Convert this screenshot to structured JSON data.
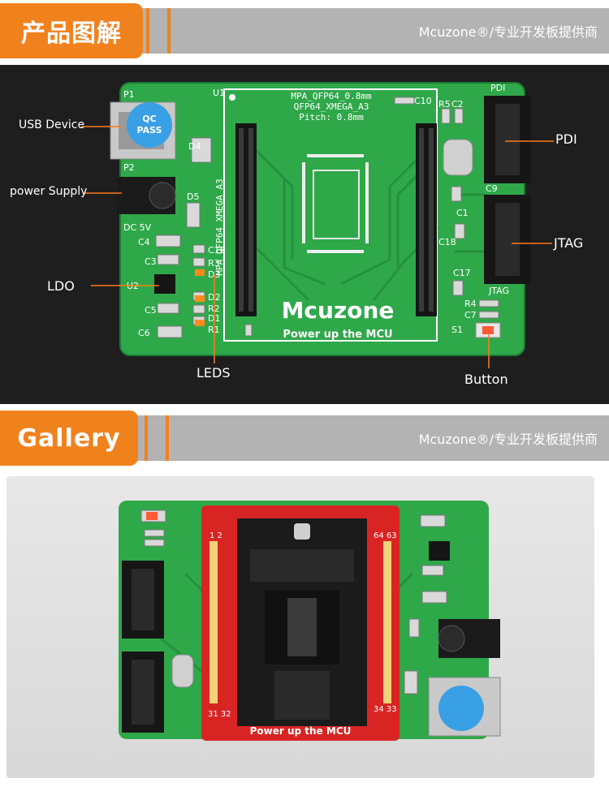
{
  "sections": {
    "product": {
      "title": "产品图解",
      "brand": "Mcuzone®/专业开发板提供商"
    },
    "gallery": {
      "title": "Gallery",
      "brand": "Mcuzone®/专业开发板提供商"
    }
  },
  "board": {
    "silk_title_lines": [
      "MPA_QFP64_0.8mm",
      "QFP64_XMEGA_A3",
      "Pitch: 0.8mm"
    ],
    "side_text": "MPA_QFP64_XMEGA_A3",
    "logo": "Mcuzone",
    "slogan": "Power up the MCU",
    "qc_sticker": [
      "QC",
      "PASS"
    ],
    "refs": [
      "P1",
      "P2",
      "U1",
      "D4",
      "D5",
      "DC 5V",
      "C4",
      "C3",
      "C16",
      "R3",
      "D3",
      "U2",
      "C5",
      "C6",
      "D2",
      "R2",
      "D1",
      "R1",
      "C10",
      "R5",
      "C2",
      "PDI",
      "C9",
      "C1",
      "C18",
      "C17",
      "JTAG",
      "R4",
      "C7",
      "S1"
    ]
  },
  "callouts": {
    "usb": "USB Device",
    "power": "power Supply",
    "ldo": "LDO",
    "leds": "LEDS",
    "pdi": "PDI",
    "jtag": "JTAG",
    "button": "Button"
  },
  "gallery_board": {
    "pin_left": "1 2",
    "pin_right": "64 63",
    "pin_bottom_left": "31 32",
    "pin_bottom_right": "34 33",
    "slogan": "Power up the MCU"
  },
  "colors": {
    "accent": "#f0821e",
    "band": "#b3b3b3",
    "pcb": "#2fa84a",
    "pcb_dark": "#1f8a37",
    "socket_red": "#d92424"
  }
}
